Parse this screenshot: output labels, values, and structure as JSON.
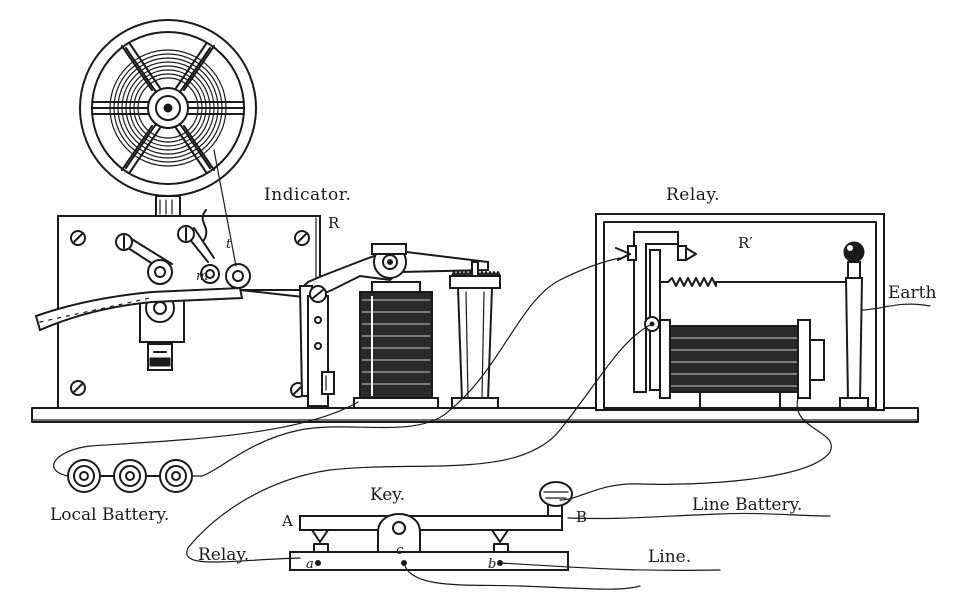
{
  "labels": {
    "indicator": "Indicator.",
    "relay_title": "Relay.",
    "r": "R",
    "r_prime": "R′",
    "earth": "Earth",
    "local_battery": "Local Battery.",
    "key": "Key.",
    "line_battery": "Line Battery.",
    "relay_wire": "Relay.",
    "line": "Line.",
    "a_upper": "A",
    "b_upper": "B",
    "a_lower": "a",
    "b_lower": "b",
    "c_lower": "c",
    "m": "m",
    "t": "t"
  }
}
